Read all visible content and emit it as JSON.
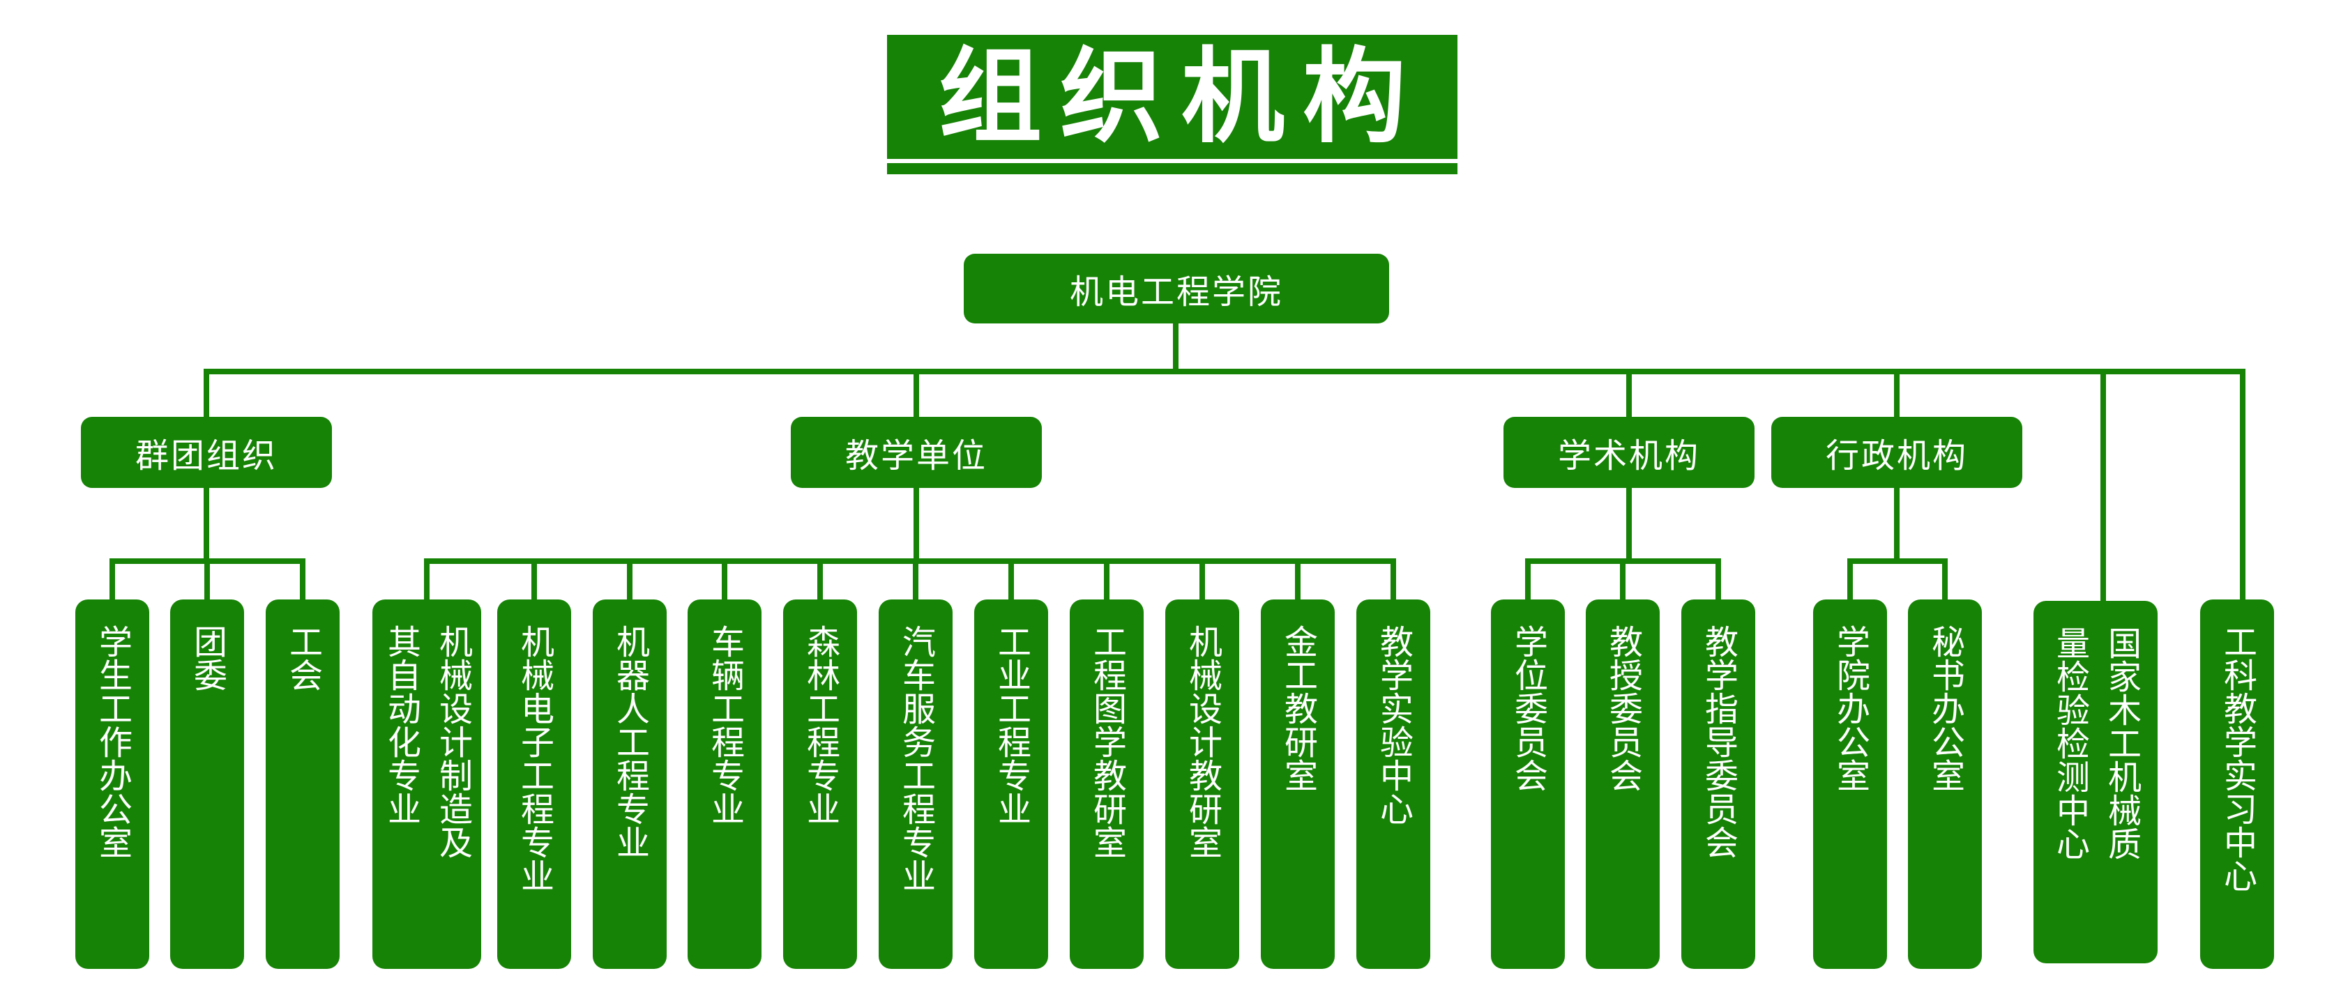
{
  "title": "组织机构",
  "root": "机电工程学院",
  "groups": [
    {
      "label": "群团组织",
      "children": [
        [
          "学生工作办公室"
        ],
        [
          "团委"
        ],
        [
          "工会"
        ]
      ]
    },
    {
      "label": "教学单位",
      "children": [
        [
          "机械设计制造及",
          "其自动化专业"
        ],
        [
          "机械电子工程专业"
        ],
        [
          "机器人工程专业"
        ],
        [
          "车辆工程专业"
        ],
        [
          "森林工程专业"
        ],
        [
          "汽车服务工程专业"
        ],
        [
          "工业工程专业"
        ],
        [
          "工程图学教研室"
        ],
        [
          "机械设计教研室"
        ],
        [
          "金工教研室"
        ],
        [
          "教学实验中心"
        ]
      ]
    },
    {
      "label": "学术机构",
      "children": [
        [
          "学位委员会"
        ],
        [
          "教授委员会"
        ],
        [
          "教学指导委员会"
        ]
      ]
    },
    {
      "label": "行政机构",
      "children": [
        [
          "学院办公室"
        ],
        [
          "秘书办公室"
        ]
      ]
    }
  ],
  "direct_units": [
    [
      "国家木工机械质",
      "量检验检测中心"
    ],
    [
      "工科教学实习中心"
    ]
  ],
  "colors": {
    "primary": "#168306",
    "text": "#ffffff",
    "background": "#ffffff"
  }
}
